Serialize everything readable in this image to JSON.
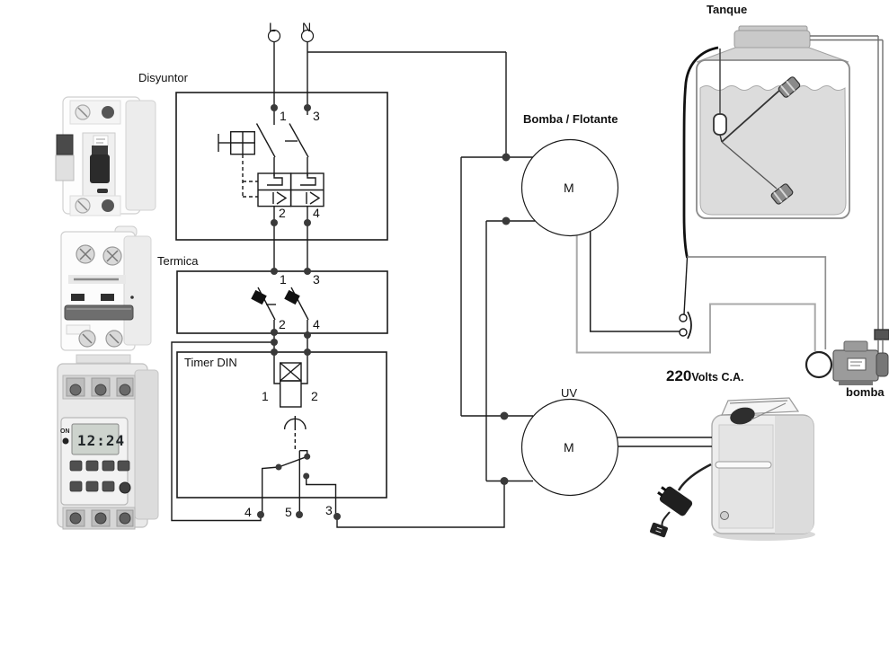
{
  "labels": {
    "l": "L",
    "n": "N",
    "disyuntor": "Disyuntor",
    "termica": "Termica",
    "timer_din": "Timer DIN",
    "bomba_flotante": "Bomba / Flotante",
    "uv": "UV",
    "tanque": "Tanque",
    "volts_value": "220",
    "volts_unit": "Volts C.A.",
    "bomba": "bomba",
    "motor": "M"
  },
  "terminals": {
    "disyuntor": [
      "1",
      "3",
      "2",
      "4"
    ],
    "termica": [
      "1",
      "3",
      "2",
      "4"
    ],
    "timer_coil": [
      "1",
      "2"
    ],
    "timer_bottom": [
      "4",
      "5",
      "3"
    ]
  },
  "timer_device": {
    "display": "12:24",
    "power_label": "ON"
  },
  "colors": {
    "wire": "#1a1a1a",
    "gray_wire": "#a9a9a9",
    "junction_dot": "#3a3a3a",
    "water": "#dcdcdc"
  }
}
